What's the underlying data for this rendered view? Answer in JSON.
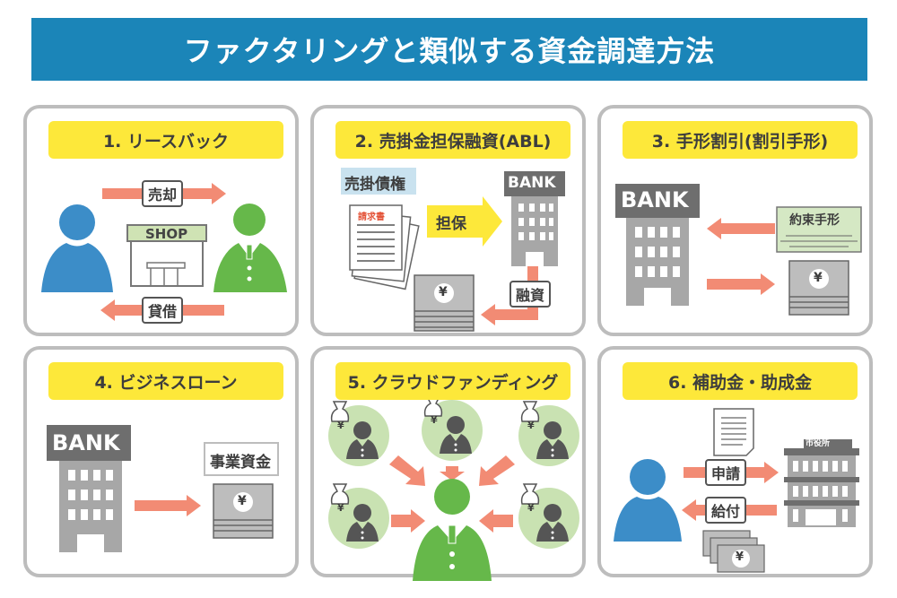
{
  "title": "ファクタリングと類似する資金調達方法",
  "colors": {
    "banner": "#1b85b8",
    "title_badge": "#fde83a",
    "arrow": "#f28b74",
    "person_blue": "#3c8dc8",
    "person_green": "#66b84a",
    "building_gray": "#9e9e9e",
    "panel_border": "#bdbdbd"
  },
  "panels": [
    {
      "title": "1. リースバック",
      "labels": {
        "sell": "売却",
        "lease": "貸借",
        "shop": "SHOP"
      },
      "icons": [
        "person-icon",
        "shop-icon",
        "businessman-icon"
      ]
    },
    {
      "title": "2. 売掛金担保融資(ABL)",
      "labels": {
        "receivable": "売掛債権",
        "invoice": "請求書",
        "collateral": "担保",
        "bank": "BANK",
        "loan": "融資",
        "yen": "¥"
      },
      "icons": [
        "document-icon",
        "bank-icon",
        "money-icon"
      ]
    },
    {
      "title": "3. 手形割引(割引手形)",
      "labels": {
        "bank": "BANK",
        "promissory_note": "約束手形",
        "yen": "¥"
      },
      "icons": [
        "bank-icon",
        "note-icon",
        "money-icon"
      ]
    },
    {
      "title": "4. ビジネスローン",
      "labels": {
        "bank": "BANK",
        "business_funds": "事業資金",
        "yen": "¥"
      },
      "icons": [
        "bank-icon",
        "money-icon"
      ]
    },
    {
      "title": "5. クラウドファンディング",
      "labels": {
        "yen": "¥"
      },
      "icons": [
        "supporter-icon",
        "money-bag-icon",
        "businessman-icon"
      ]
    },
    {
      "title": "6. 補助金・助成金",
      "labels": {
        "apply": "申請",
        "grant": "給付",
        "city_hall": "市役所",
        "yen": "¥"
      },
      "icons": [
        "person-icon",
        "document-icon",
        "city-hall-icon",
        "money-icon"
      ]
    }
  ]
}
